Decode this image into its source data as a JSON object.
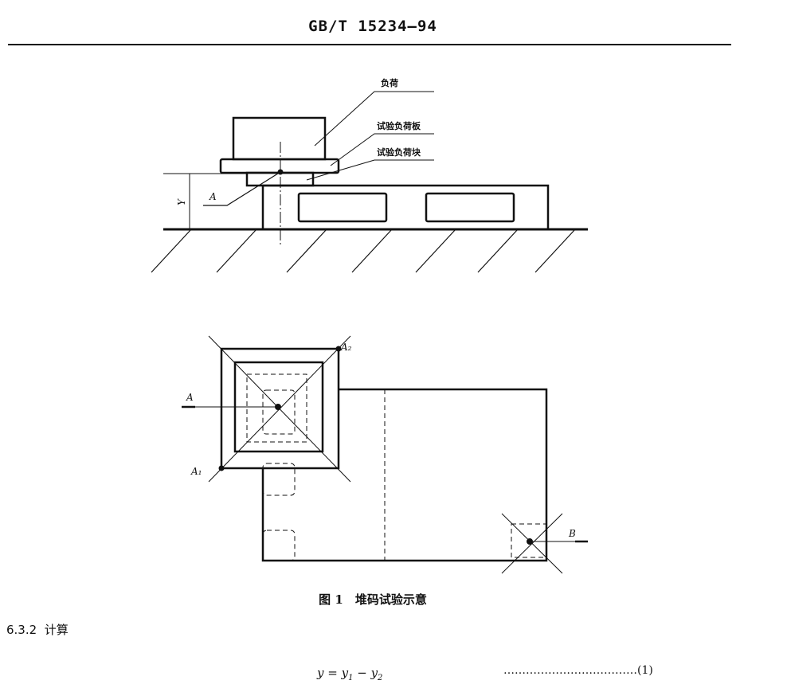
{
  "header": {
    "standard_code": "GB/T 15234—94"
  },
  "figure": {
    "caption": "图 1　堆码试验示意",
    "side_view_labels": {
      "load": "负荷",
      "test_load_plate": "试验负荷板",
      "test_load_block": "试验负荷块",
      "point_a": "A",
      "dimension_y": "Y"
    },
    "plan_view_labels": {
      "point_a": "A",
      "point_a1": "A₁",
      "point_a2": "A₂",
      "point_b": "B"
    }
  },
  "section": {
    "number": "6.3.2",
    "title": "计算"
  },
  "equation": {
    "lhs": "y",
    "eq": " = ",
    "y1": "y",
    "sub1": "1",
    "minus": " − ",
    "y2": "y",
    "sub2": "2",
    "number": "………………………………(1)"
  }
}
